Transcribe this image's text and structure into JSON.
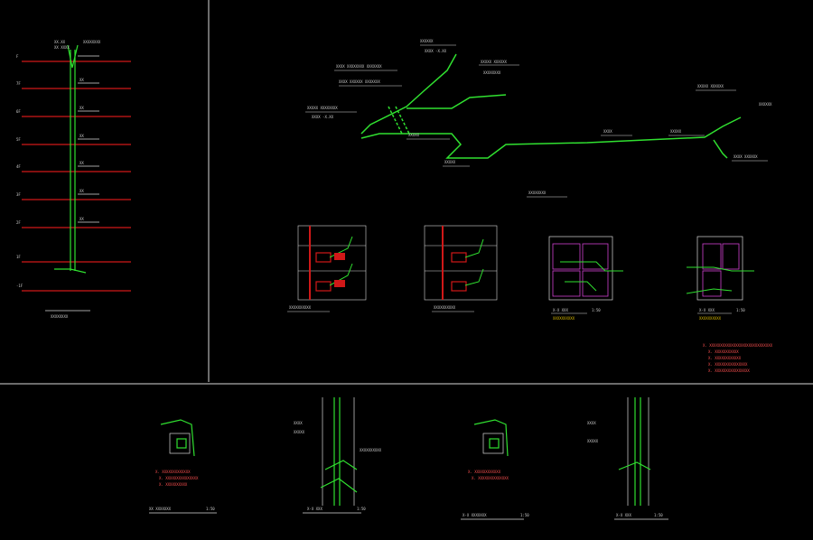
{
  "drawing": {
    "background": "#000000",
    "colors": {
      "frame": "#d8d8d8",
      "floor_line": "#d01818",
      "pipe": "#30e030",
      "text": "#e8e8e8",
      "note_red": "#ff5050",
      "magenta": "#d040d0",
      "yellow": "#e0c000"
    },
    "panels": [
      {
        "id": "riser-diagram",
        "label": ""
      },
      {
        "id": "isometric-system",
        "label": ""
      },
      {
        "id": "details-row",
        "label": ""
      }
    ],
    "scale_labels": [
      "1:50",
      "1:50",
      "1:50",
      "1:50",
      "1:50",
      "1:50"
    ],
    "icons": [
      "valve-icon",
      "pump-icon",
      "tank-icon"
    ]
  }
}
